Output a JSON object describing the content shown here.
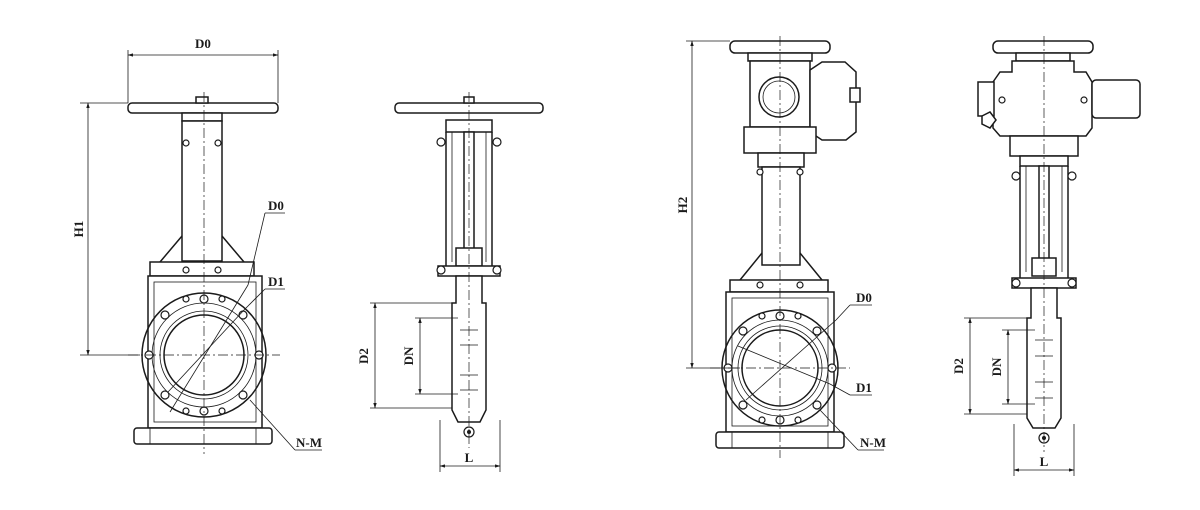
{
  "labels": {
    "d0": "D0",
    "d1": "D1",
    "d2": "D2",
    "dn": "DN",
    "h1": "H1",
    "h2": "H2",
    "l": "L",
    "nm": "N-M"
  },
  "colors": {
    "line": "#1a1a1a",
    "background": "#ffffff"
  }
}
